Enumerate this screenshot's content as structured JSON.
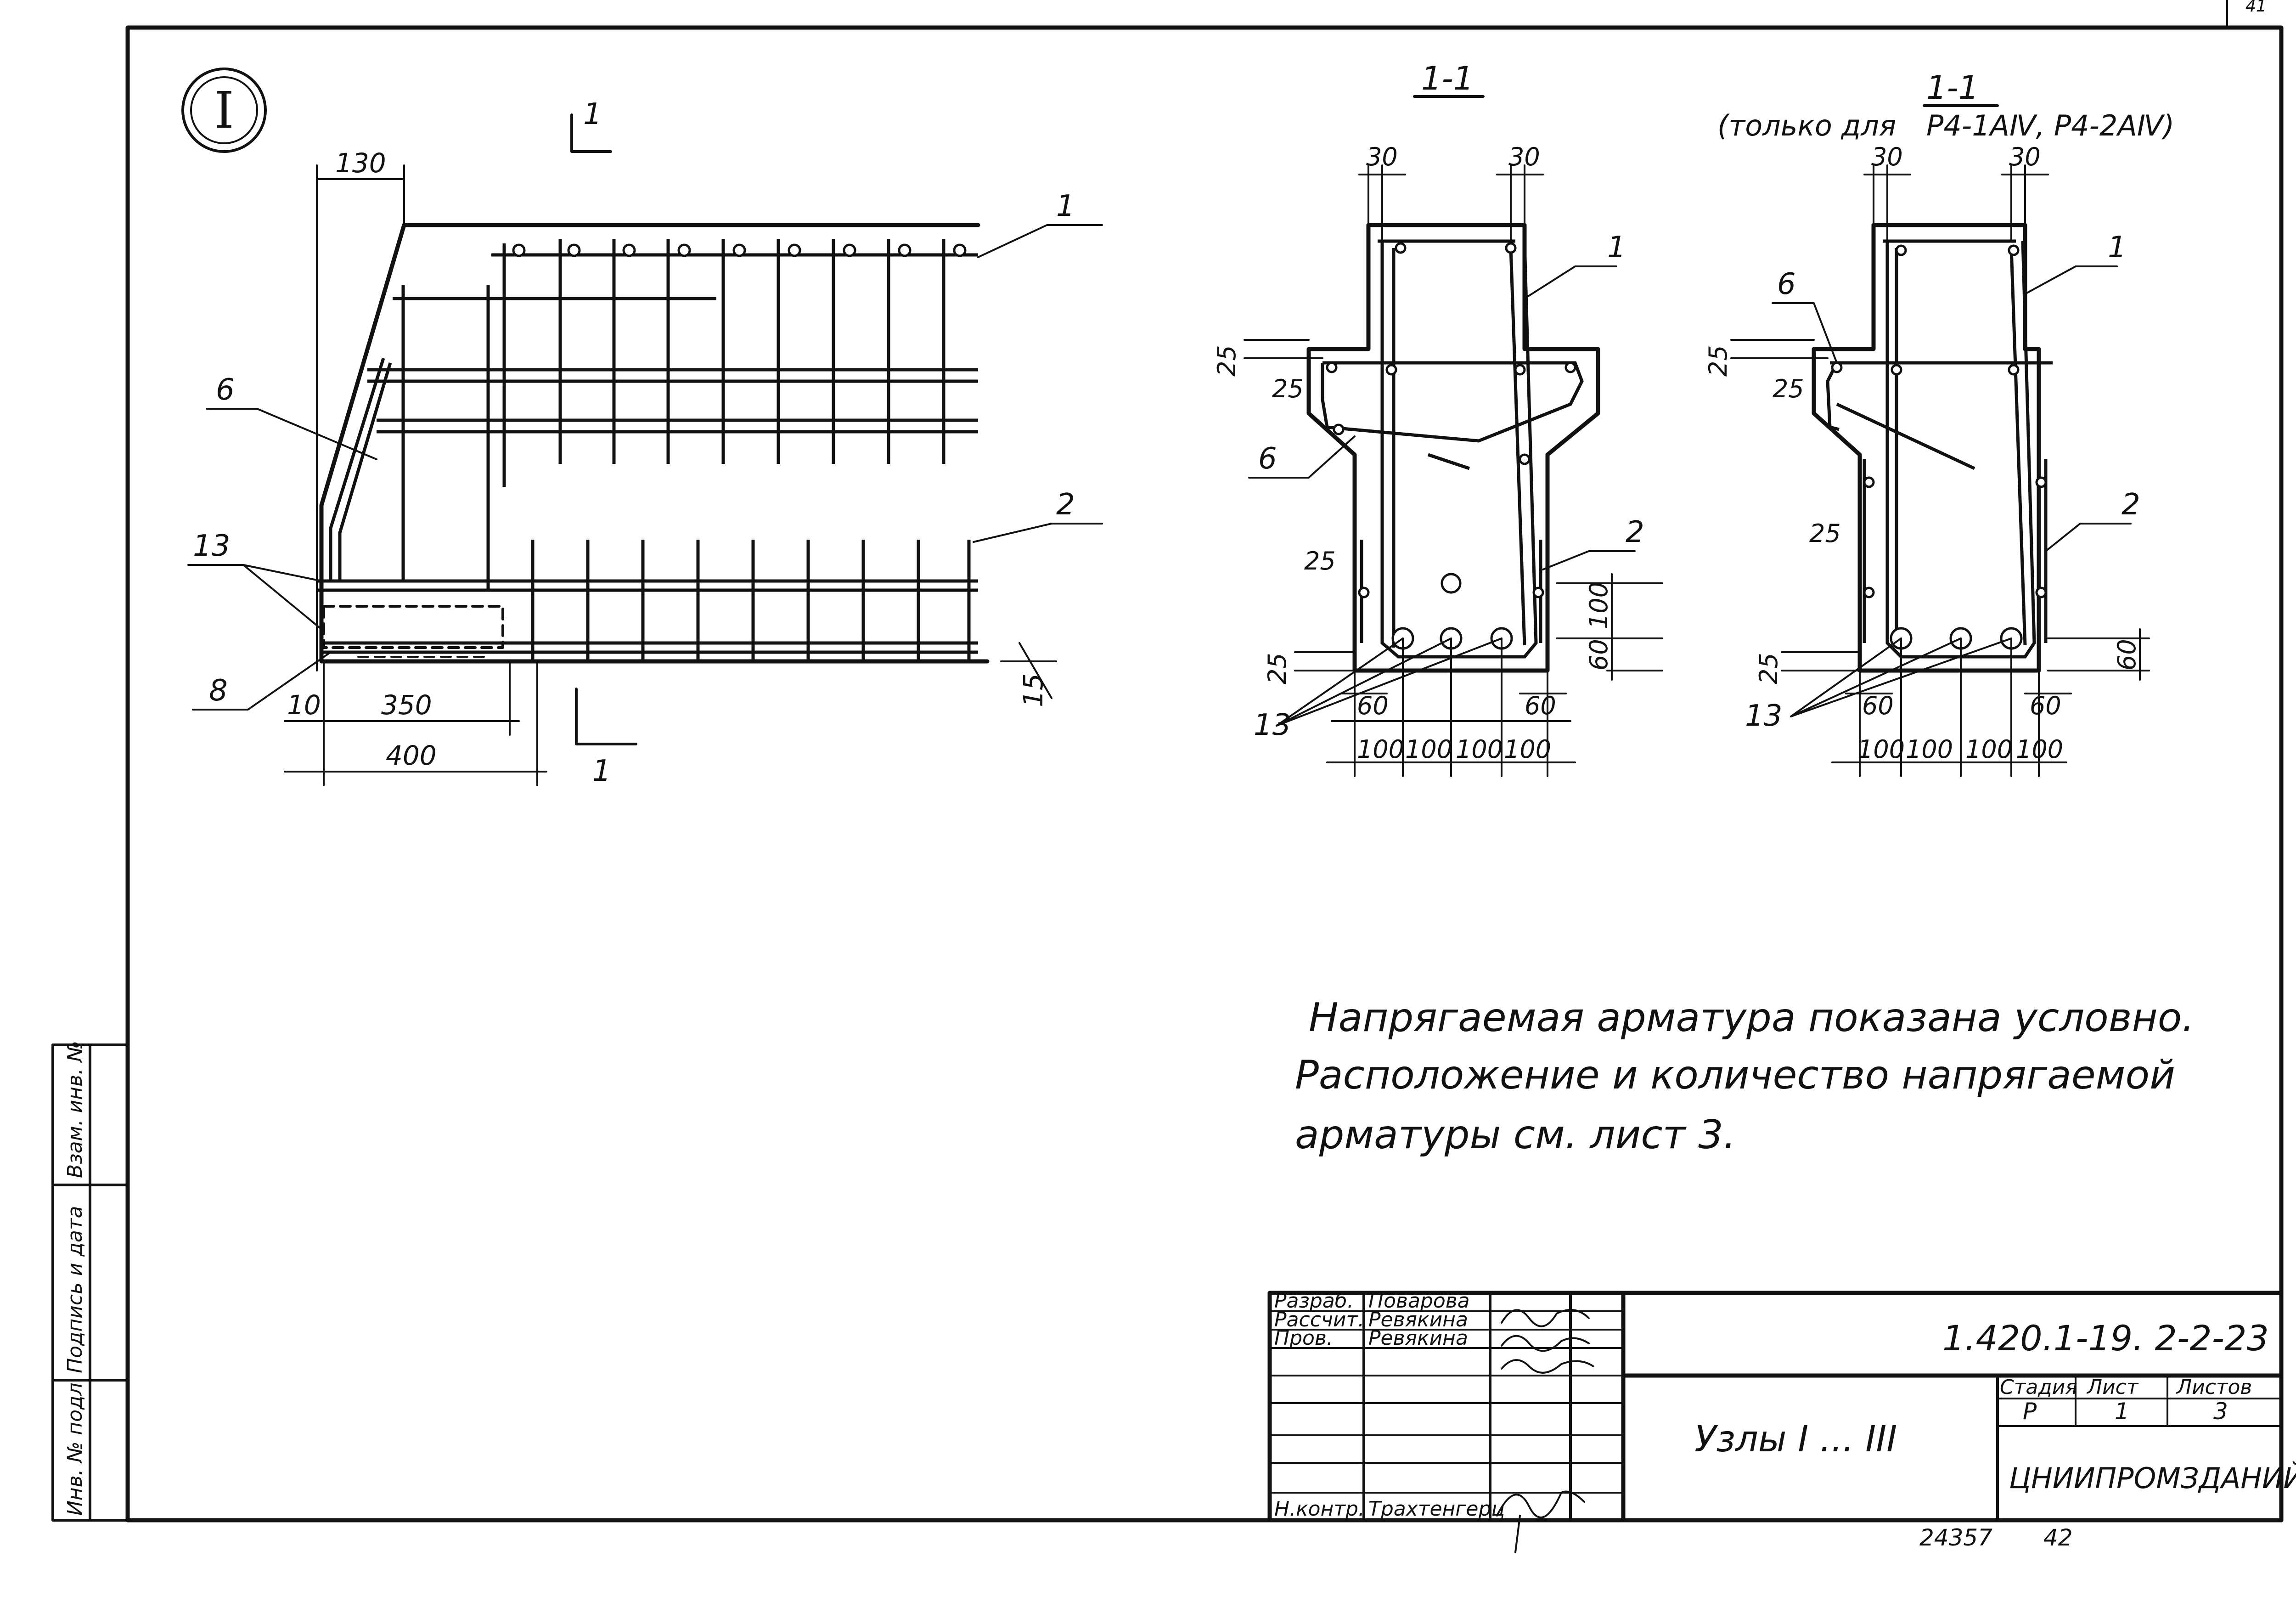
{
  "page_number": "41",
  "node_label": "I",
  "elevation": {
    "section_mark_top": "1",
    "section_mark_bottom": "1",
    "dims": {
      "d130": "130",
      "d10": "10",
      "d350": "350",
      "d400": "400",
      "d15": "15"
    },
    "callouts": {
      "c1": "1",
      "c2": "2",
      "c6": "6",
      "c8": "8",
      "c13": "13"
    }
  },
  "section_a": {
    "title": "1-1",
    "dims": {
      "d30a": "30",
      "d30b": "30",
      "d25a": "25",
      "d25b": "25",
      "d25c": "25",
      "d25d": "25",
      "d60a": "60",
      "d60b": "60",
      "d60c": "60",
      "d100v": "100",
      "d100a": "100",
      "d100b": "100",
      "d100c": "100",
      "d100d": "100"
    },
    "callouts": {
      "c1": "1",
      "c2": "2",
      "c6": "6",
      "c13": "13"
    }
  },
  "section_b": {
    "title": "1-1",
    "note_prefix": "(только для",
    "note_marks": "Р4-1АⅣ, Р4-2АⅣ)",
    "dims": {
      "d30a": "30",
      "d30b": "30",
      "d25a": "25",
      "d25b": "25",
      "d25c": "25",
      "d25d": "25",
      "d60a": "60",
      "d60b": "60",
      "d60c": "60",
      "d100a": "100",
      "d100b": "100",
      "d100c": "100",
      "d100d": "100"
    },
    "callouts": {
      "c1": "1",
      "c2": "2",
      "c6": "6",
      "c13": "13"
    }
  },
  "note": {
    "line1": "Напрягаемая арматура показана условно.",
    "line2": "Расположение и количество напрягаемой",
    "line3": "арматуры см. лист 3."
  },
  "side_stamp": {
    "inv": "Инв. № подл.",
    "sign": "Подпись и дата",
    "replace": "Взам. инв. №"
  },
  "title_block": {
    "rows": [
      {
        "role": "Разраб.",
        "name": "Поварова"
      },
      {
        "role": "Рассчит.",
        "name": "Ревякина"
      },
      {
        "role": "Пров.",
        "name": "Ревякина"
      },
      {
        "role": "",
        "name": ""
      },
      {
        "role": "",
        "name": ""
      },
      {
        "role": "",
        "name": ""
      },
      {
        "role": "Н.контр.",
        "name": "Трахтенгерц"
      }
    ],
    "designation": "1.420.1-19. 2-2-23",
    "title": "Узлы I ... III",
    "stage_label": "Стадия",
    "sheet_label": "Лист",
    "sheets_label": "Листов",
    "stage": "Р",
    "sheet": "1",
    "sheets": "3",
    "organization": "ЦНИИПРОМЗДАНИЙ"
  },
  "bottom_codes": {
    "left": "24357",
    "right": "42"
  }
}
